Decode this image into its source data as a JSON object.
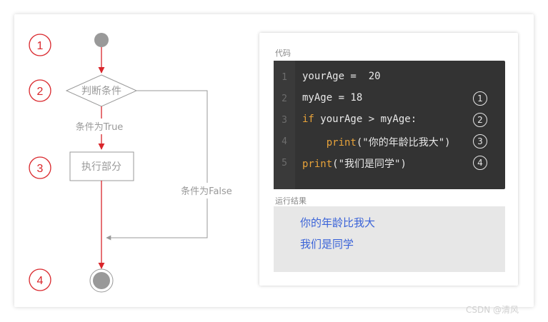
{
  "flowchart": {
    "steps": [
      "1",
      "2",
      "3",
      "4"
    ],
    "condition_label": "判断条件",
    "true_label": "条件为True",
    "false_label": "条件为False",
    "action_label": "执行部分",
    "colors": {
      "arrow": "#d9262b",
      "step": "#d9262b",
      "line": "#999999",
      "node": "#999999"
    }
  },
  "code_panel": {
    "title": "代码",
    "lines": [
      {
        "num": "1",
        "parts": [
          {
            "t": "yourAge =  20",
            "kw": false
          }
        ],
        "marker": ""
      },
      {
        "num": "2",
        "parts": [
          {
            "t": "myAge = 18",
            "kw": false
          }
        ],
        "marker": "①"
      },
      {
        "num": "3",
        "parts": [
          {
            "t": "if",
            "kw": true
          },
          {
            "t": " yourAge > myAge:",
            "kw": false
          }
        ],
        "marker": "②"
      },
      {
        "num": "4",
        "parts": [
          {
            "t": "    ",
            "kw": false
          },
          {
            "t": "print",
            "kw": true
          },
          {
            "t": "(\"你的年龄比我大\")",
            "kw": false
          }
        ],
        "marker": "③"
      },
      {
        "num": "5",
        "parts": [
          {
            "t": "print",
            "kw": true
          },
          {
            "t": "(\"我们是同学\")",
            "kw": false
          }
        ],
        "marker": "④"
      }
    ],
    "colors": {
      "background": "#333333",
      "keyword": "#e8a33a",
      "text": "#e8e8e8"
    }
  },
  "result_panel": {
    "title": "运行结果",
    "lines": [
      "你的年龄比我大",
      "我们是同学"
    ],
    "colors": {
      "text": "#3a63d8",
      "background": "#e7e7e7"
    }
  },
  "watermark": "CSDN @清风"
}
